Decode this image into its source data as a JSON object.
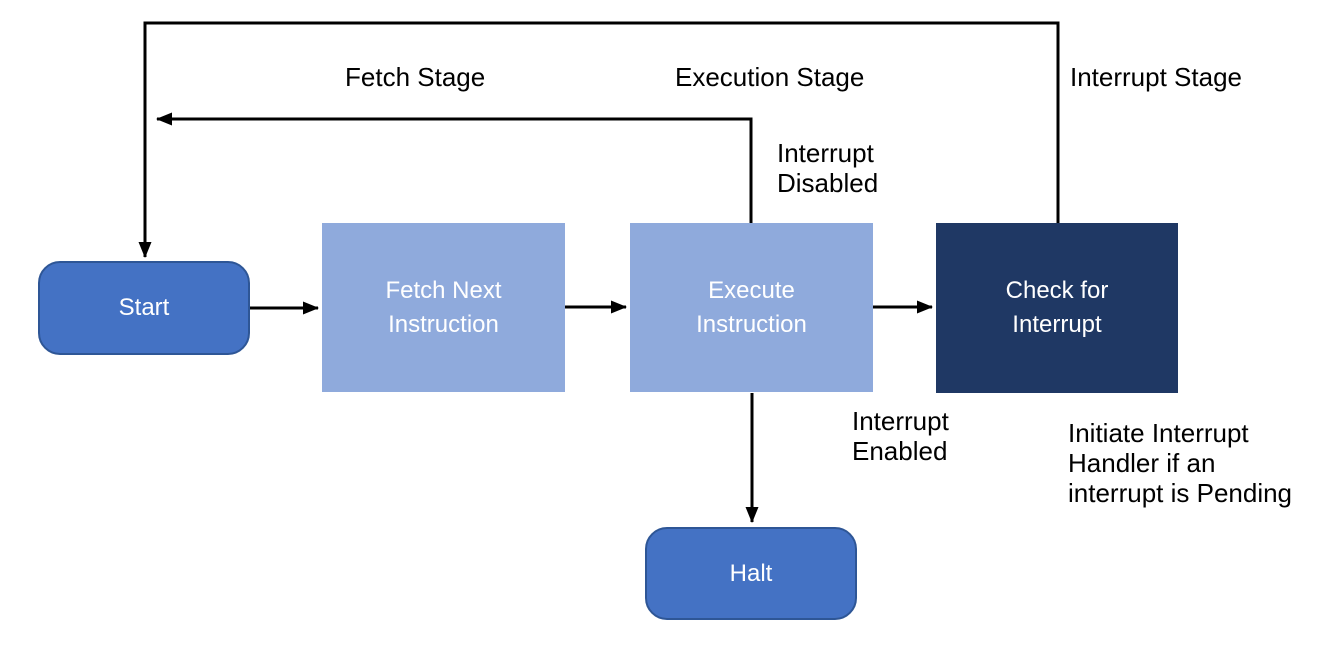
{
  "colors": {
    "background": "#FFFFFF",
    "node_medium_fill": "#4472C4",
    "node_medium_border": "#2E5696",
    "node_light_fill": "#8FAADC",
    "node_dark_fill": "#1F3864",
    "node_text": "#FFFFFF",
    "label_text": "#000000",
    "arrow": "#000000"
  },
  "diagram": {
    "nodes": {
      "start": {
        "label": "Start"
      },
      "fetch": {
        "label": "Fetch Next\nInstruction"
      },
      "execute": {
        "label": "Execute\nInstruction"
      },
      "check": {
        "label": "Check for\nInterrupt"
      },
      "halt": {
        "label": "Halt"
      }
    },
    "stage_labels": {
      "fetch_stage": "Fetch Stage",
      "execution_stage": "Execution Stage",
      "interrupt_stage": "Interrupt Stage"
    },
    "annotations": {
      "interrupt_disabled": "Interrupt\nDisabled",
      "interrupt_enabled": "Interrupt\nEnabled",
      "interrupt_handler_note": "Initiate Interrupt\nHandler if an\ninterrupt is Pending"
    },
    "edges": [
      {
        "from": "start",
        "to": "fetch"
      },
      {
        "from": "fetch",
        "to": "execute"
      },
      {
        "from": "execute",
        "to": "check"
      },
      {
        "from": "execute",
        "to": "halt"
      },
      {
        "from": "execute",
        "to": "fetch-return-line"
      },
      {
        "from": "check",
        "to": "start"
      }
    ]
  }
}
